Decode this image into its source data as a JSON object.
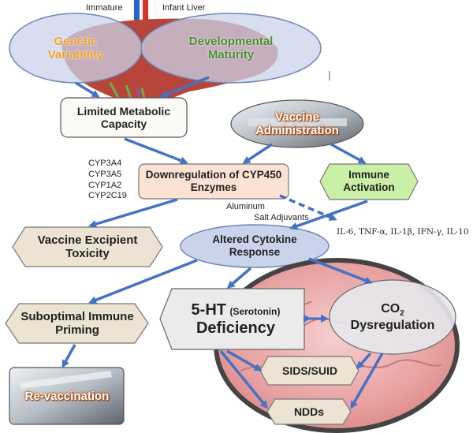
{
  "title_labels": {
    "immature": "Immature",
    "infant_liver": "Infant Liver"
  },
  "nodes": {
    "genetic_variability": "Genetic Variability",
    "developmental_maturity": "Developmental Maturity",
    "limited_metabolic_capacity": "Limited Metabolic Capacity",
    "vaccine_administration": "Vaccine Administration",
    "cyp450_downregulation": "Downregulation of CYP450 Enzymes",
    "immune_activation": "Immune Activation",
    "vaccine_excipient_toxicity": "Vaccine Excipient Toxicity",
    "altered_cytokine_response": "Altered Cytokine Response",
    "suboptimal_immune_priming": "Suboptimal Immune Priming",
    "serotonin_main": "5-HT",
    "serotonin_paren": "(Serotonin)",
    "serotonin_deficiency": "Deficiency",
    "co2_prefix": "CO",
    "co2_sub": "2",
    "co2_dysregulation": "Dysregulation",
    "sids_suid": "SIDS/SUID",
    "ndds": "NDDs",
    "revaccination": "Re-vaccination"
  },
  "cyp_list": [
    "CYP3A4",
    "CYP3A5",
    "CYP1A2",
    "CYP2C19"
  ],
  "adjuvants": {
    "line1": "Aluminum",
    "line2": "Salt Adjuvants"
  },
  "cytokines": "IL-6, TNF-α, IL-1β, IFN-γ, IL-10",
  "colors": {
    "arrow": "#4472c4",
    "ellipse_fill": "#c9d3ea",
    "ellipse_stroke": "#6f86b8",
    "hexagon_fill": "#ece3d2",
    "immune_fill": "#c9f0a6",
    "cyp_fill": "#fbe2d2",
    "brain": "#e8a8a8",
    "liver": "#b8453a",
    "genetic_text": "#f0a030",
    "developmental_text": "#4e8a2e"
  }
}
